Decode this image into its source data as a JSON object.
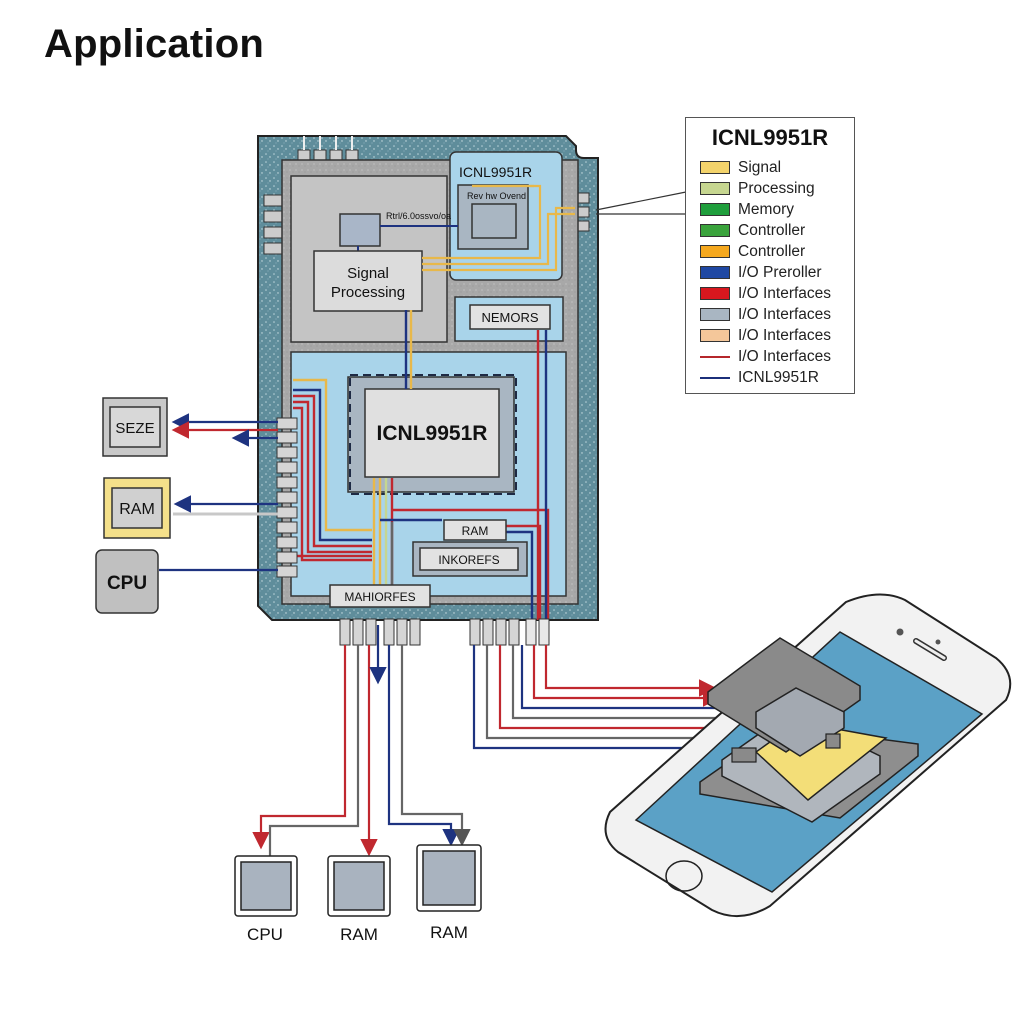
{
  "title": "Application",
  "chip": {
    "top_right_block_title": "ICNL9951R",
    "top_right_inner_label": "Rev hw Ovend",
    "annotation": "Rtrl/6.0ossvo/oa",
    "signal_processing": "Signal Processing",
    "memory_label": "NEMORS",
    "core_label": "ICNL9951R",
    "ram_label": "RAM",
    "interfaces_label": "INKOREFS",
    "bottom_label": "MAHIORFES"
  },
  "left_components": [
    {
      "label": "SEZE",
      "fill": "#c9c9c9"
    },
    {
      "label": "RAM",
      "fill": "#f4e08a"
    },
    {
      "label": "CPU",
      "fill": "#c0c0c0"
    }
  ],
  "bottom_components": [
    {
      "label": "CPU"
    },
    {
      "label": "RAM"
    },
    {
      "label": "RAM"
    }
  ],
  "legend": {
    "title": "ICNL9951R",
    "items": [
      {
        "label": "Signal",
        "type": "swatch",
        "color": "#f3d36b"
      },
      {
        "label": "Processing",
        "type": "swatch",
        "color": "#c6d690"
      },
      {
        "label": "Memory",
        "type": "swatch",
        "color": "#1f9e3c"
      },
      {
        "label": "Controller",
        "type": "swatch",
        "color": "#3aa33c"
      },
      {
        "label": "Controller",
        "type": "swatch",
        "color": "#f5a81e"
      },
      {
        "label": "I/O Preroller",
        "type": "swatch",
        "color": "#1f48a3"
      },
      {
        "label": "I/O Interfaces",
        "type": "swatch",
        "color": "#d8171e"
      },
      {
        "label": "I/O Interfaces",
        "type": "swatch",
        "color": "#a9b6c2"
      },
      {
        "label": "I/O Interfaces",
        "type": "swatch",
        "color": "#f4c79a"
      },
      {
        "label": "I/O Interfaces",
        "type": "line",
        "color": "#b5262b"
      },
      {
        "label": "ICNL9951R",
        "type": "line",
        "color": "#1b2f7a"
      }
    ]
  },
  "colors": {
    "board": "#5b8a98",
    "trace_red": "#c0282f",
    "trace_blue": "#1e3380",
    "trace_gray": "#666666",
    "trace_yellow": "#e8b84a",
    "die_blue": "#a9d4ea",
    "phone_screen": "#5ba1c6"
  }
}
